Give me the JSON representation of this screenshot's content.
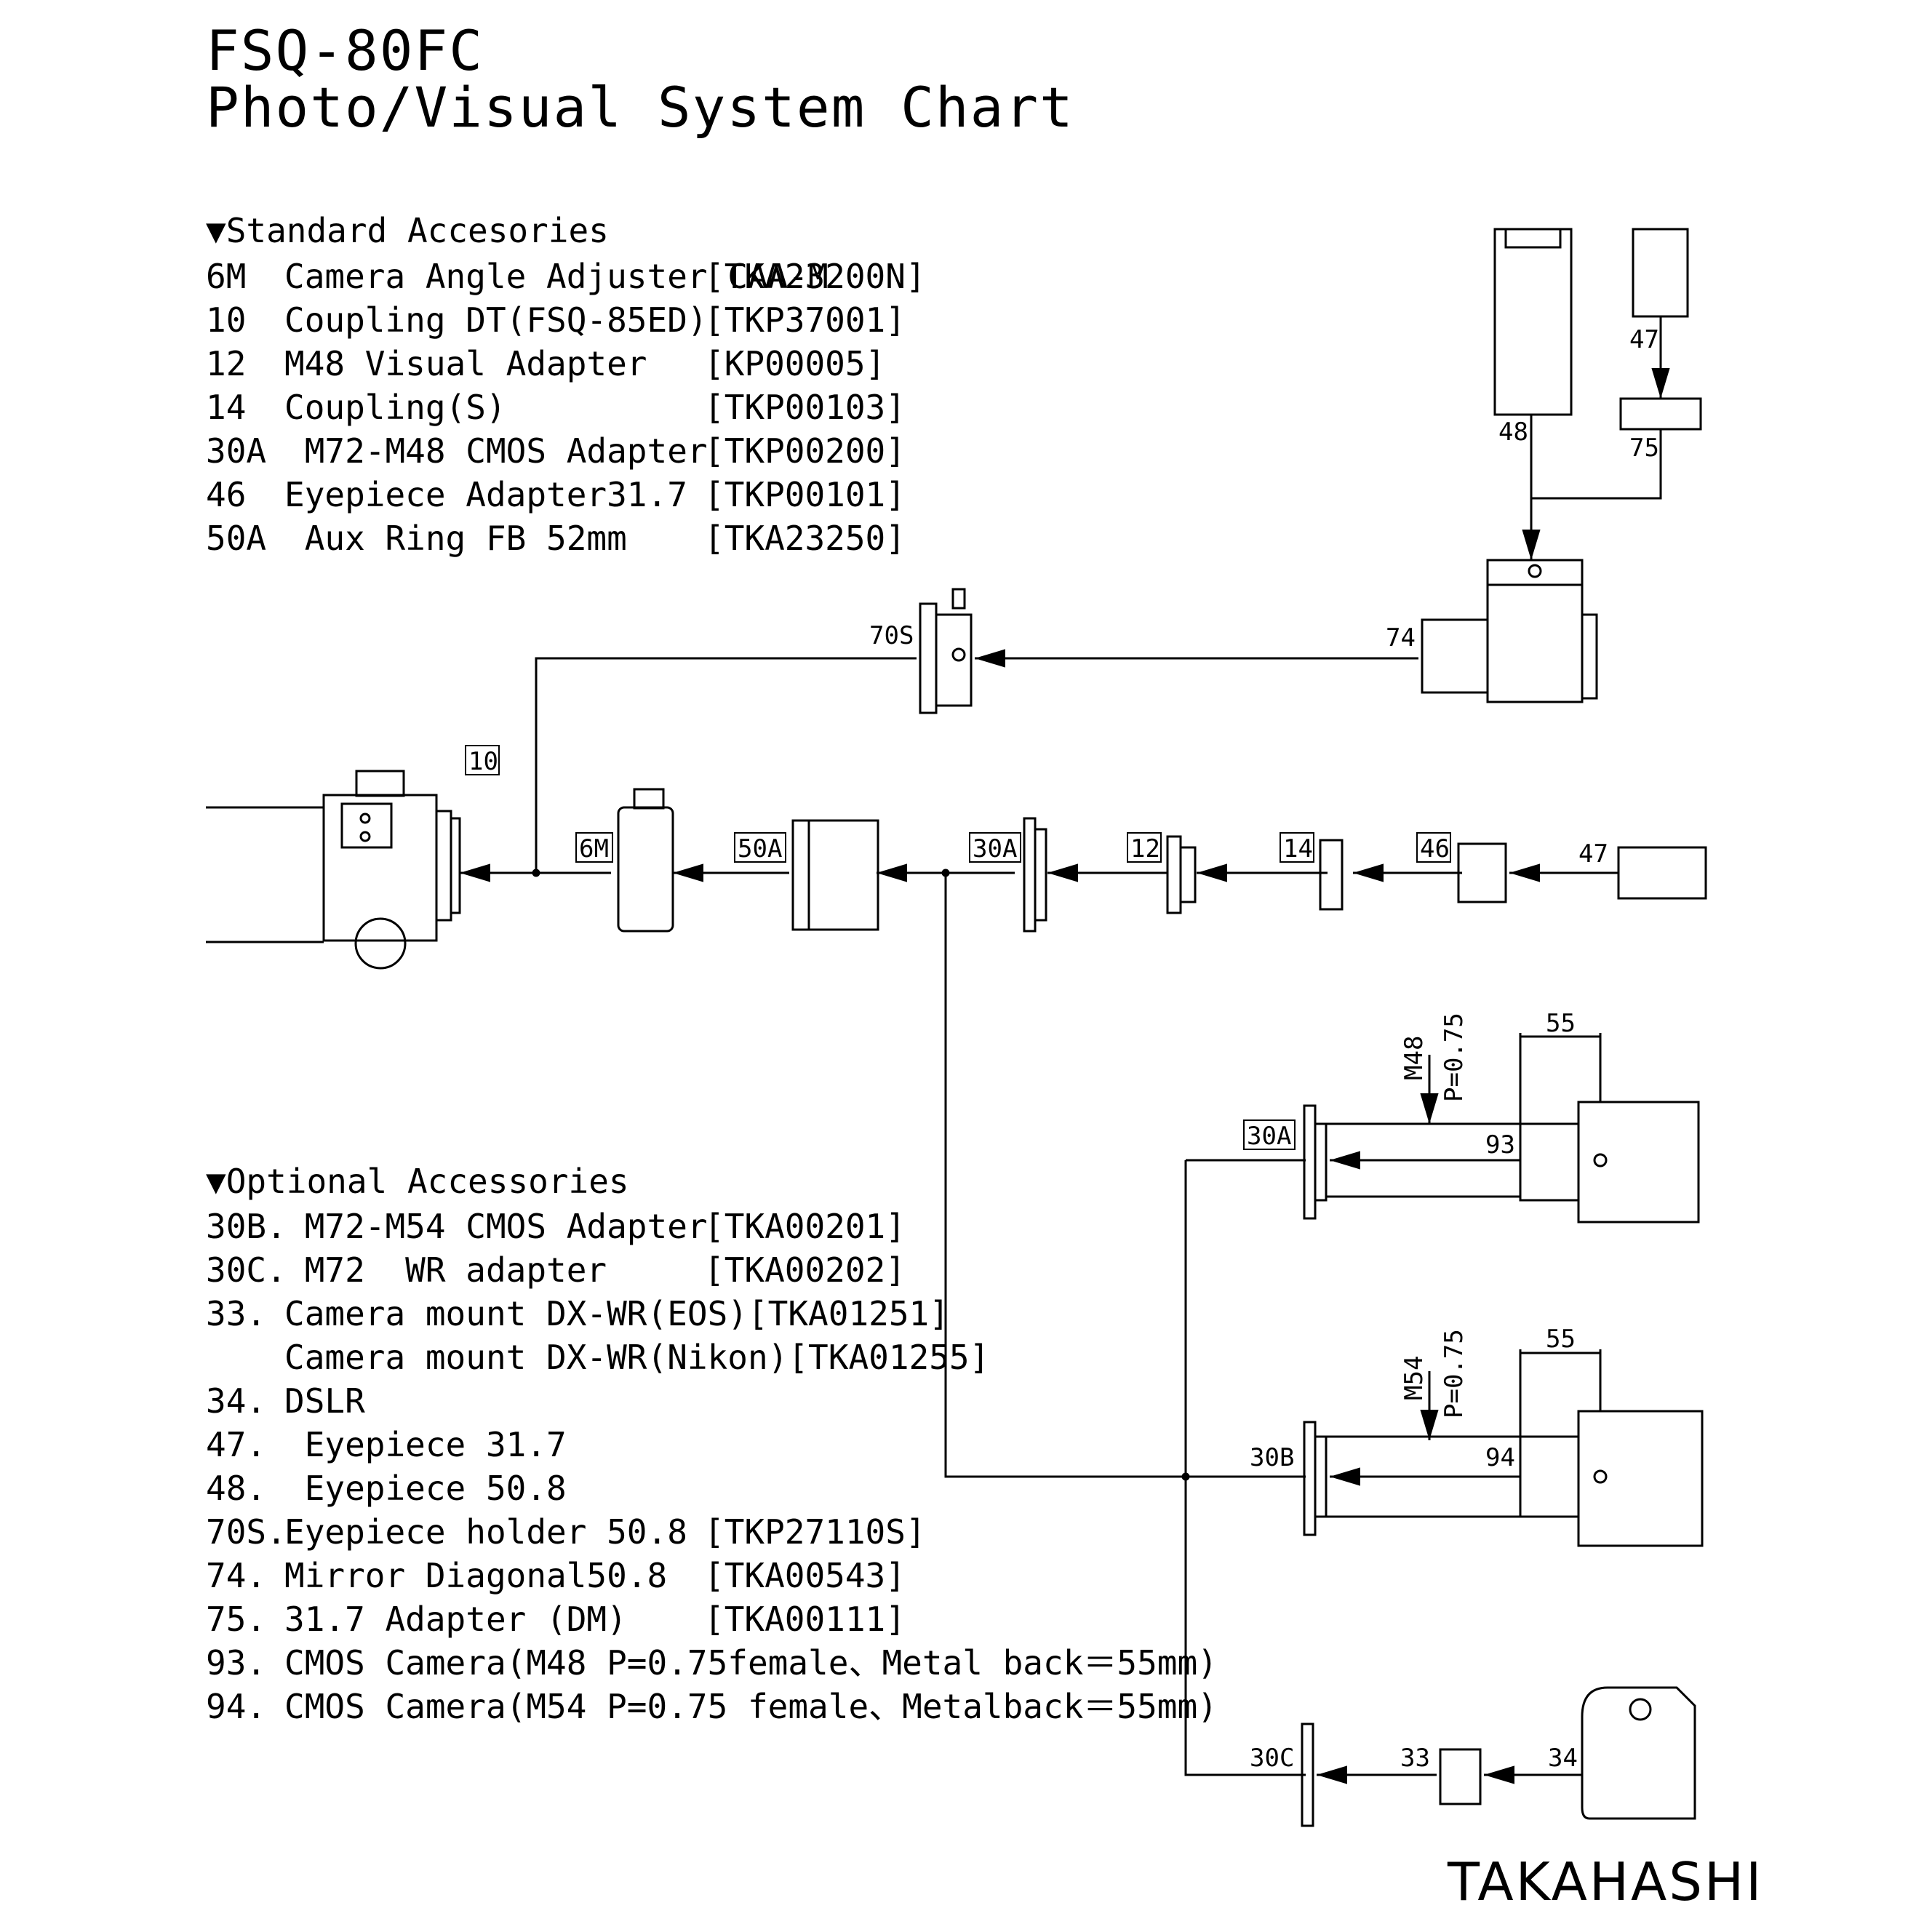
{
  "title": {
    "line1": "FSQ-80FC",
    "line2": "Photo/Visual System Chart"
  },
  "standard": {
    "heading": "▼Standard Accesories",
    "items": [
      {
        "code": "6M",
        "name": "Camera Angle Adjuster CAA-M",
        "part": "[TKA23200N]"
      },
      {
        "code": "10",
        "name": "Coupling DT(FSQ-85ED)",
        "part": "[TKP37001]"
      },
      {
        "code": "12",
        "name": "M48 Visual Adapter",
        "part": "[KP00005]"
      },
      {
        "code": "14",
        "name": "Coupling(S)",
        "part": "[TKP00103]"
      },
      {
        "code": "30A",
        "name": " M72-M48 CMOS Adapter",
        "part": "[TKP00200]"
      },
      {
        "code": "46",
        "name": "Eyepiece Adapter31.7",
        "part": "[TKP00101]"
      },
      {
        "code": "50A",
        "name": " Aux Ring FB 52mm",
        "part": "[TKA23250]"
      }
    ]
  },
  "optional": {
    "heading": "▼Optional Accessories",
    "items": [
      {
        "code": "30B.",
        "name": " M72-M54 CMOS Adapter",
        "part": "[TKA00201]"
      },
      {
        "code": "30C.",
        "name": " M72  WR adapter",
        "part": "[TKA00202]"
      },
      {
        "code": "33.",
        "name": "Camera mount DX-WR(EOS)[TKA01251]",
        "part": ""
      },
      {
        "code": "",
        "name": "Camera mount DX-WR(Nikon)[TKA01255]",
        "part": ""
      },
      {
        "code": "34.",
        "name": "DSLR",
        "part": ""
      },
      {
        "code": "47.",
        "name": " Eyepiece 31.7",
        "part": ""
      },
      {
        "code": "48.",
        "name": " Eyepiece 50.8",
        "part": ""
      },
      {
        "code": "70S.",
        "name": "Eyepiece holder 50.8",
        "part": "[TKP27110S]"
      },
      {
        "code": "74.",
        "name": "Mirror Diagonal50.8",
        "part": "[TKA00543]"
      },
      {
        "code": "75.",
        "name": "31.7 Adapter (DM)",
        "part": "[TKA00111]"
      },
      {
        "code": "93.",
        "name": "CMOS Camera(M48 P=0.75female、Metal back＝55mm)",
        "part": ""
      },
      {
        "code": "94.",
        "name": "CMOS Camera(M54 P=0.75 female、Metalback＝55mm)",
        "part": ""
      }
    ]
  },
  "labels": {
    "l10": "10",
    "l6m": "6M",
    "l50a": "50A",
    "l30a": "30A",
    "l12": "12",
    "l14": "14",
    "l46": "46",
    "l47": "47",
    "l70s": "70S",
    "l74": "74",
    "l48": "48",
    "l47top": "47",
    "l75": "75",
    "l30a_cam": "30A",
    "l93": "93",
    "l55a": "55",
    "lm48": "M48",
    "lp075a": "P=0.75",
    "l30b": "30B",
    "l94": "94",
    "l55b": "55",
    "lm54": "M54",
    "lp075b": "P=0.75",
    "l30c": "30C",
    "l33": "33",
    "l34": "34"
  },
  "brand": "TAKAHASHI"
}
